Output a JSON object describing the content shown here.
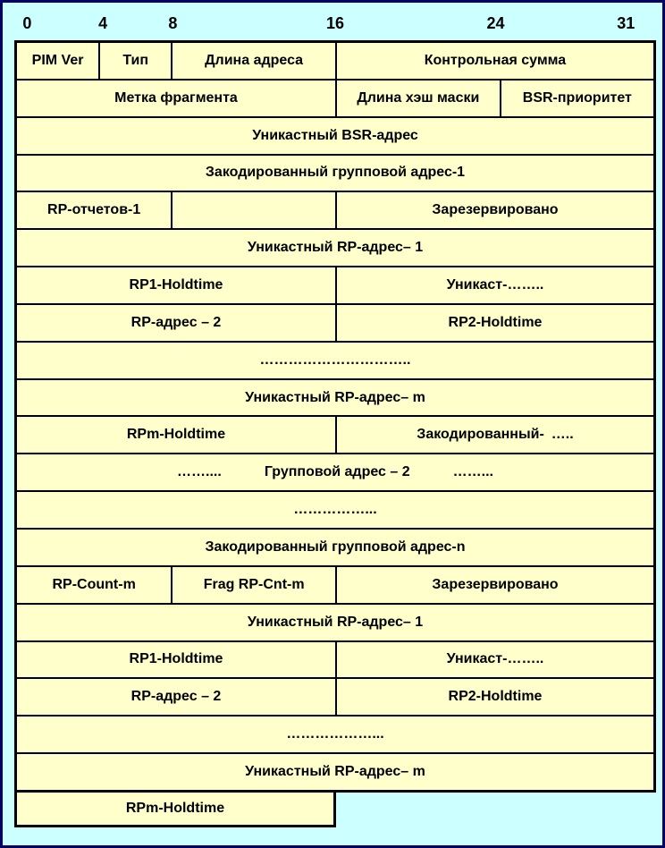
{
  "colors": {
    "page_background": "#CCFFFF",
    "cell_background": "#FFFFCC",
    "cell_border": "#000000",
    "outer_frame": "#000066",
    "text": "#000000"
  },
  "ruler": {
    "labels": [
      {
        "text": "0",
        "pos_pct": 2.0
      },
      {
        "text": "4",
        "pos_pct": 13.8
      },
      {
        "text": "8",
        "pos_pct": 24.7
      },
      {
        "text": "16",
        "pos_pct": 50.0
      },
      {
        "text": "24",
        "pos_pct": 75.0
      },
      {
        "text": "31",
        "pos_pct": 95.3
      }
    ]
  },
  "table": {
    "rows": [
      {
        "cells": [
          {
            "label": "PIM Ver",
            "w": 12.8
          },
          {
            "label": "Тип",
            "w": 11.4
          },
          {
            "label": "Длина адреса",
            "w": 25.8
          },
          {
            "label": "Контрольная сумма",
            "w": 50
          }
        ]
      },
      {
        "cells": [
          {
            "label": "Метка фрагмента",
            "w": 50
          },
          {
            "label": "Длина хэш маски",
            "w": 25.8
          },
          {
            "label": "BSR-приоритет",
            "w": 24.2
          }
        ]
      },
      {
        "cells": [
          {
            "label": "Уникастный BSR-адрес",
            "w": 100
          }
        ]
      },
      {
        "cells": [
          {
            "label": "Закодированный групповой адрес-1",
            "w": 100
          }
        ]
      },
      {
        "cells": [
          {
            "label": "RP-отчетов-1",
            "w": 24.2
          },
          {
            "label": "",
            "w": 25.8
          },
          {
            "label": "Зарезервировано",
            "w": 50
          }
        ]
      },
      {
        "cells": [
          {
            "label": "Уникастный RP-адрес– 1",
            "w": 100
          }
        ]
      },
      {
        "cells": [
          {
            "label": "RP1-Holdtime",
            "w": 50
          },
          {
            "label": "Уникаст-……..",
            "w": 50
          }
        ]
      },
      {
        "cells": [
          {
            "label": "RP-адрес – 2",
            "w": 50
          },
          {
            "label": "RP2-Holdtime",
            "w": 50
          }
        ]
      },
      {
        "cells": [
          {
            "label": "…………………………..",
            "w": 100
          }
        ]
      },
      {
        "cells": [
          {
            "label": "Уникастный RP-адрес– m",
            "w": 100
          }
        ]
      },
      {
        "cells": [
          {
            "label": "RPm-Holdtime",
            "w": 50
          },
          {
            "label": "Закодированный- …..",
            "w": 50
          }
        ]
      },
      {
        "cells": [
          {
            "label": "……....   Групповой адрес – 2   ……...",
            "w": 100
          }
        ]
      },
      {
        "cells": [
          {
            "label": "……………...",
            "w": 100
          }
        ]
      },
      {
        "cells": [
          {
            "label": "Закодированный групповой адрес-n",
            "w": 100
          }
        ]
      },
      {
        "cells": [
          {
            "label": "RP-Count-m",
            "w": 24.2
          },
          {
            "label": "Frag RP-Cnt-m",
            "w": 25.8
          },
          {
            "label": "Зарезервировано",
            "w": 50
          }
        ]
      },
      {
        "cells": [
          {
            "label": "Уникастный RP-адрес– 1",
            "w": 100
          }
        ]
      },
      {
        "cells": [
          {
            "label": "RP1-Holdtime",
            "w": 50
          },
          {
            "label": "Уникаст-……..",
            "w": 50
          }
        ]
      },
      {
        "cells": [
          {
            "label": "RP-адрес – 2",
            "w": 50
          },
          {
            "label": "RP2-Holdtime",
            "w": 50
          }
        ]
      },
      {
        "cells": [
          {
            "label": "………………...",
            "w": 100
          }
        ]
      },
      {
        "cells": [
          {
            "label": "Уникастный RP-адрес– m",
            "w": 100
          }
        ]
      }
    ],
    "footer_row": {
      "label": "RPm-Holdtime"
    }
  }
}
